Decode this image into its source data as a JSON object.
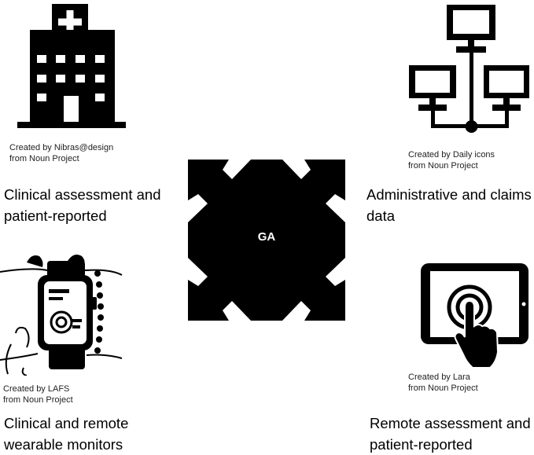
{
  "center": {
    "label": "GA"
  },
  "quadrants": {
    "top_left": {
      "icon": "hospital-icon",
      "credit_line1": "Created by Nibras@design",
      "credit_line2": "from Noun Project",
      "caption_line1": "Clinical assessment and",
      "caption_line2": "patient-reported"
    },
    "top_right": {
      "icon": "computer-network-icon",
      "credit_line1": "Created by Daily icons",
      "credit_line2": "from Noun Project",
      "caption_line1": "Administrative and claims",
      "caption_line2": "data"
    },
    "bottom_left": {
      "icon": "smartwatch-icon",
      "credit_line1": "Created by LAFS",
      "credit_line2": "from Noun Project",
      "caption_line1": "Clinical and remote",
      "caption_line2": "wearable monitors"
    },
    "bottom_right": {
      "icon": "tablet-touch-icon",
      "credit_line1": "Created by Lara",
      "credit_line2": "from Noun Project",
      "caption_line1": "Remote assessment and",
      "caption_line2": "patient-reported"
    }
  },
  "colors": {
    "foreground": "#000000",
    "background": "#ffffff"
  }
}
